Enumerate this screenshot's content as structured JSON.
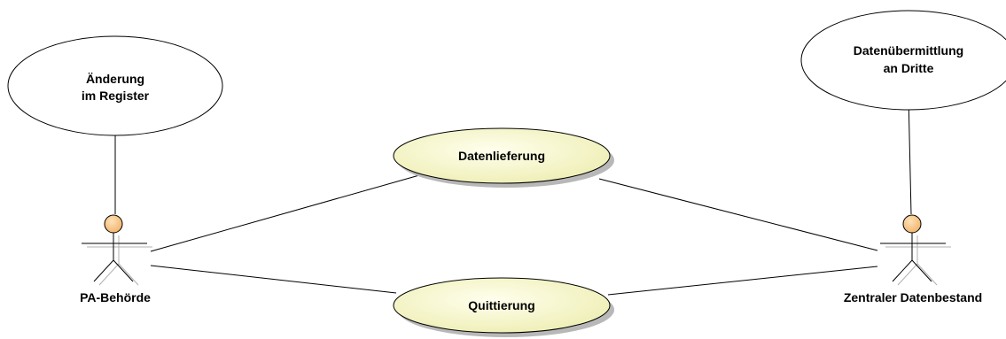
{
  "actors": {
    "left": {
      "name": "PA-Behörde"
    },
    "right": {
      "name": "Zentraler Datenbestand"
    }
  },
  "use_cases": {
    "datenlieferung": {
      "label": "Datenlieferung"
    },
    "quittierung": {
      "label": "Quittierung"
    }
  },
  "notes": {
    "aenderung": {
      "line1": "Änderung",
      "line2": "im Register"
    },
    "uebermittlung": {
      "line1": "Datenübermittlung",
      "line2": "an Dritte"
    }
  },
  "colors": {
    "use_case_fill_light": "#fefee8",
    "use_case_fill_dark": "#f0f0b8",
    "actor_head": "#f9c98a",
    "line": "#000000"
  }
}
